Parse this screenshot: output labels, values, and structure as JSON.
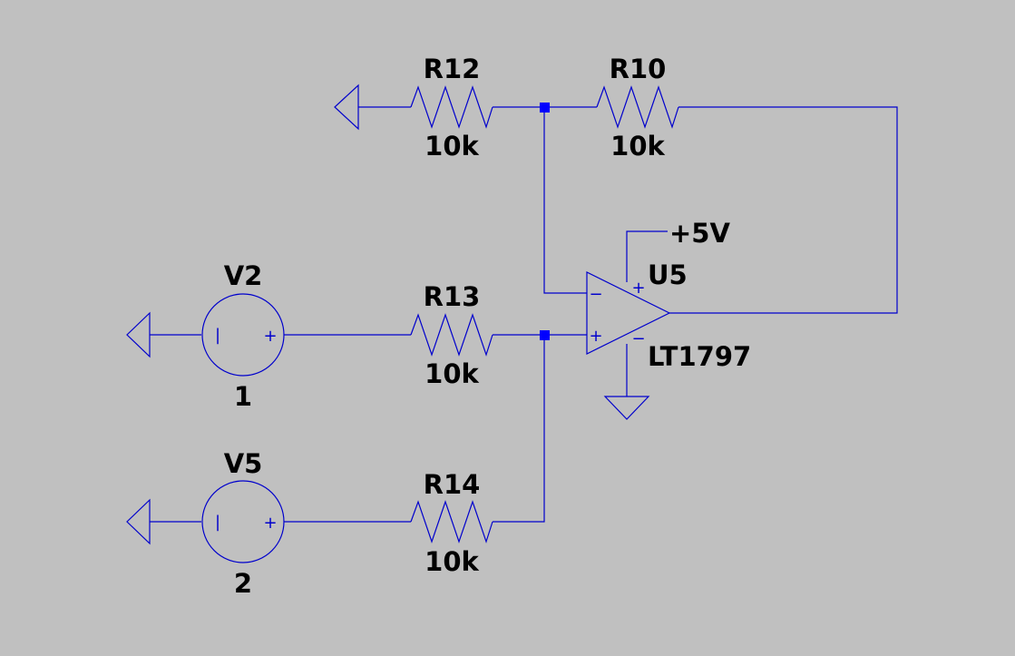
{
  "colors": {
    "background": "#c0c0c0",
    "wire": "#0000cc",
    "junction": "#0000ff",
    "label": "#000000"
  },
  "components": {
    "r12": {
      "ref": "R12",
      "value": "10k"
    },
    "r10": {
      "ref": "R10",
      "value": "10k"
    },
    "r13": {
      "ref": "R13",
      "value": "10k"
    },
    "r14": {
      "ref": "R14",
      "value": "10k"
    },
    "v2": {
      "ref": "V2",
      "value": "1"
    },
    "v5": {
      "ref": "V5",
      "value": "2"
    },
    "u5": {
      "ref": "U5",
      "part": "LT1797",
      "supply_label": "+5V"
    }
  },
  "symbols": {
    "opamp_inverting_pin": "−",
    "opamp_noninverting_pin": "+",
    "supply_pos_pin": "+",
    "supply_neg_pin": "−",
    "source_plus": "+",
    "source_minus": "|"
  }
}
